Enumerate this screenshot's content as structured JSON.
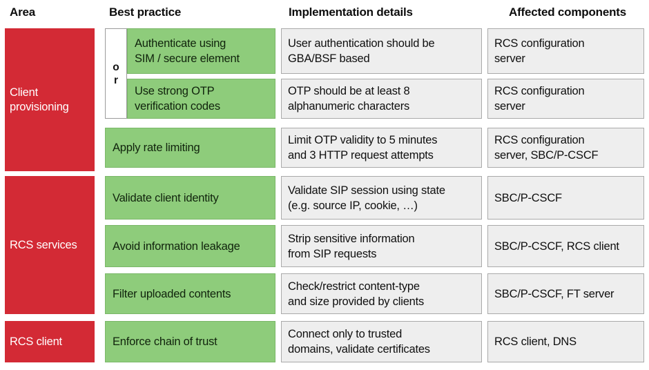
{
  "title": "RCS security best practices table",
  "colors": {
    "area_red": "#d32a35",
    "practice_green": "#8ecc7b",
    "practice_green_border": "#7ab768",
    "detail_gray": "#eeeeee",
    "detail_gray_border": "#a9a9a9",
    "header_text": "#0d0d0d",
    "area_text": "#ffffff",
    "green_text": "#10230c"
  },
  "headers": {
    "area": "Area",
    "best_practice": "Best practice",
    "implementation_details": "Implementation details",
    "affected_components": "Affected components"
  },
  "areas": [
    {
      "label": "Client\nprovisioning"
    },
    {
      "label": "RCS services"
    },
    {
      "label": "RCS client"
    }
  ],
  "or_connector": {
    "line1": "o",
    "line2": "r"
  },
  "rows": [
    {
      "best_practice": "Authenticate using\nSIM / secure element",
      "implementation_details": "User authentication should be\nGBA/BSF based",
      "affected_components": "RCS configuration\nserver"
    },
    {
      "best_practice": "Use strong OTP\nverification codes",
      "implementation_details": "OTP should be at least 8\nalphanumeric characters",
      "affected_components": "RCS configuration\nserver"
    },
    {
      "best_practice": "Apply rate limiting",
      "implementation_details": "Limit OTP validity to 5 minutes\nand 3 HTTP request attempts",
      "affected_components": "RCS configuration\nserver, SBC/P-CSCF"
    },
    {
      "best_practice": "Validate client identity",
      "implementation_details": "Validate SIP session using state\n(e.g. source IP, cookie, …)",
      "affected_components": "SBC/P-CSCF"
    },
    {
      "best_practice": "Avoid information leakage",
      "implementation_details": "Strip sensitive information\nfrom SIP requests",
      "affected_components": "SBC/P-CSCF, RCS client"
    },
    {
      "best_practice": "Filter uploaded contents",
      "implementation_details": "Check/restrict content-type\nand size provided by clients",
      "affected_components": "SBC/P-CSCF, FT server"
    },
    {
      "best_practice": "Enforce chain of trust",
      "implementation_details": "Connect only to trusted\ndomains, validate certificates",
      "affected_components": "RCS client, DNS"
    }
  ]
}
